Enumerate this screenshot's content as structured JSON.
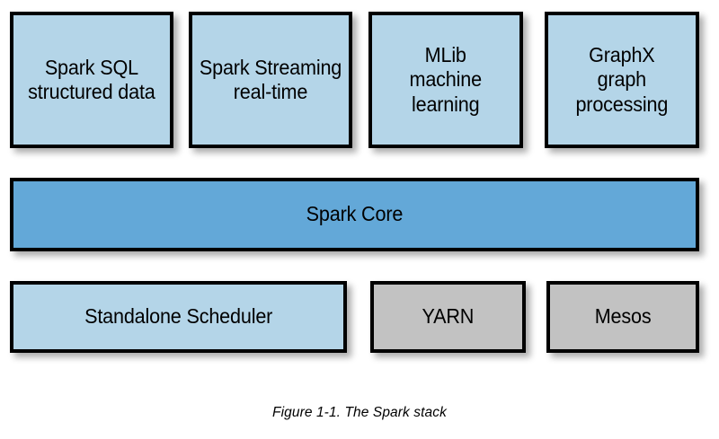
{
  "figure": {
    "caption": "Figure 1-1. The Spark stack",
    "colors": {
      "component_fill": "#b4d5e8",
      "core_fill": "#63a8d8",
      "scheduler_fill": "#c2c2c2",
      "border": "#000000",
      "background": "#ffffff",
      "text": "#000000"
    }
  },
  "components_row": {
    "boxes": [
      {
        "id": "spark-sql",
        "label": "Spark SQL\nstructured data"
      },
      {
        "id": "spark-streaming",
        "label": "Spark Streaming\nreal-time"
      },
      {
        "id": "mllib",
        "label": "MLib\nmachine\nlearning"
      },
      {
        "id": "graphx",
        "label": "GraphX\ngraph\nprocessing"
      }
    ]
  },
  "core_row": {
    "box": {
      "id": "spark-core",
      "label": "Spark Core"
    }
  },
  "schedulers_row": {
    "boxes": [
      {
        "id": "standalone-scheduler",
        "label": "Standalone Scheduler"
      },
      {
        "id": "yarn",
        "label": "YARN"
      },
      {
        "id": "mesos",
        "label": "Mesos"
      }
    ]
  }
}
